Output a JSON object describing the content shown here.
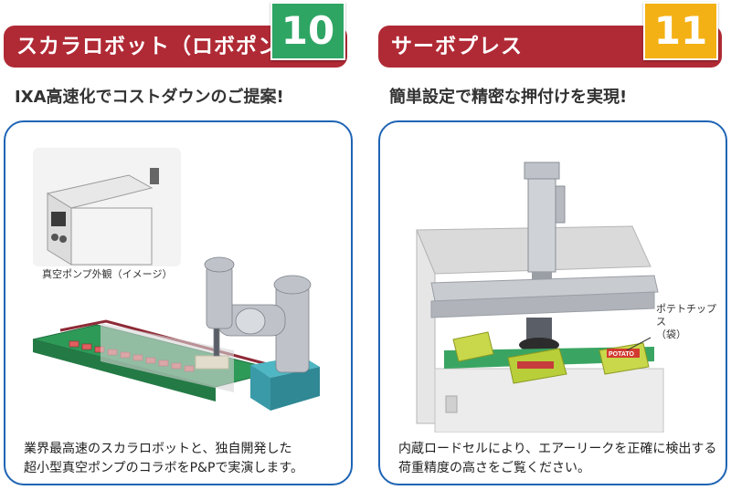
{
  "left": {
    "title": "スカラロボット（ロボポンプ）",
    "number": "10",
    "subtitle": "IXA高速化でコストダウンのご提案!",
    "image_label": "真空ポンプ外観（イメージ）",
    "caption": "業界最高速のスカラロボットと、独自開発した\n超小型真空ポンプのコラボをP&Pで実演します。"
  },
  "right": {
    "title": "サーボプレス",
    "number": "11",
    "subtitle": "簡単設定で精密な押付けを実現!",
    "image_label": "ポテトチップス\n（袋）",
    "bag_text": "POTATO",
    "caption": "内蔵ロードセルにより、エアーリークを正確に検出する\n荷重精度の高さをご覧ください。"
  }
}
